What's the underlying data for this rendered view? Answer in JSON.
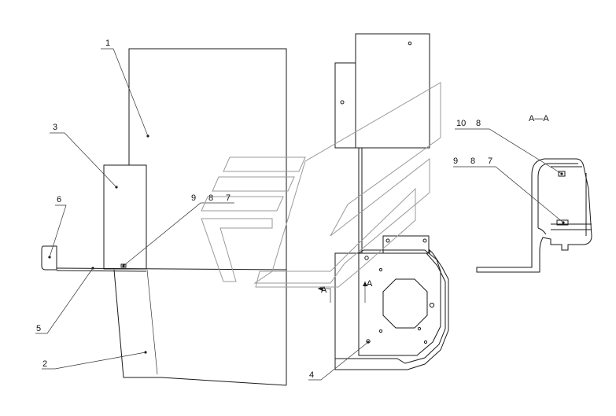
{
  "labels": {
    "part_1": "1",
    "part_2": "2",
    "part_3": "3",
    "part_4": "4",
    "part_5": "5",
    "part_6": "6",
    "callout_9": "9",
    "callout_8": "8",
    "callout_7": "7",
    "section_title": "A—A",
    "section_10": "10",
    "section_8_top": "8",
    "section_9": "9",
    "section_8": "8",
    "section_7": "7",
    "section_marker": "A"
  },
  "colors": {
    "line": "#1a1a1a",
    "watermark": "#9a9a9a",
    "background": "#ffffff"
  }
}
